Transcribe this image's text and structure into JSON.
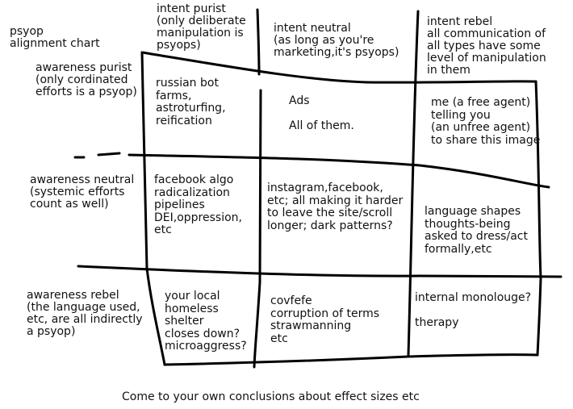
{
  "title": "psyop\nalignment chart",
  "column_headers": [
    "intent purist\n(only deliberate\nmanipulation is\npsyops)",
    "intent neutral\n(as long as you're\nmarketing,it's psyops)",
    "intent rebel\nall communication of\nall types have some\nlevel of manipulation\nin them"
  ],
  "row_headers": [
    "awareness purist\n(only cordinated\nefforts is a psyop)",
    "awareness neutral\n(systemic  efforts\ncount as well)",
    "awareness rebel\n(the language used,\netc, are all indirectly\na psyop)"
  ],
  "cells": [
    [
      "russian bot\n farms,\nastroturfing,\nreification",
      "Ads\n\nAll of them.",
      "me (a free agent)\ntelling you\n(an unfree agent)\nto share this image"
    ],
    [
      "facebook algo\nradicalization\npipelines\nDEI,oppression,\netc",
      "instagram,facebook,\netc; all making it harder\nto leave the site/scroll\nlonger; dark patterns?",
      "language shapes\nthoughts-being\nasked to dress/act\nformally,etc"
    ],
    [
      "your local\nhomeless\nshelter\ncloses down?\nmicroaggress?",
      "covfefe\ncorruption of terms\nstrawmanning\netc",
      "internal monolouge?\n\n    therapy"
    ]
  ],
  "footer": "Come to your own conclusions about effect sizes etc"
}
